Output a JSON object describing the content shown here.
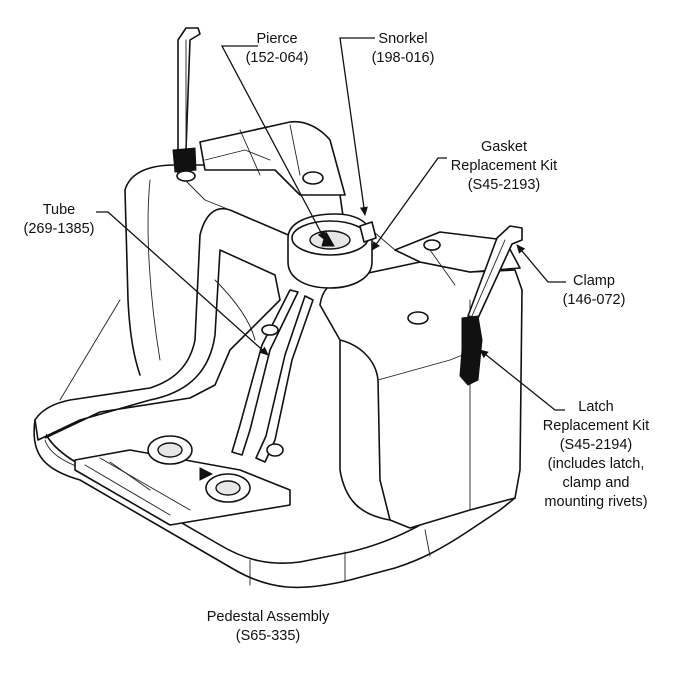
{
  "callouts": {
    "pierce": {
      "name": "Pierce",
      "part": "(152-064)"
    },
    "snorkel": {
      "name": "Snorkel",
      "part": "(198-016)"
    },
    "gasket": {
      "line1": "Gasket",
      "line2": "Replacement Kit",
      "part": "(S45-2193)"
    },
    "tube": {
      "name": "Tube",
      "part": "(269-1385)"
    },
    "clamp": {
      "name": "Clamp",
      "part": "(146-072)"
    },
    "latch": {
      "line1": "Latch",
      "line2": "Replacement Kit",
      "part": "(S45-2194)",
      "note1": "(includes latch,",
      "note2": "clamp and",
      "note3": "mounting rivets)"
    },
    "pedestal": {
      "name": "Pedestal Assembly",
      "part": "(S65-335)"
    }
  }
}
